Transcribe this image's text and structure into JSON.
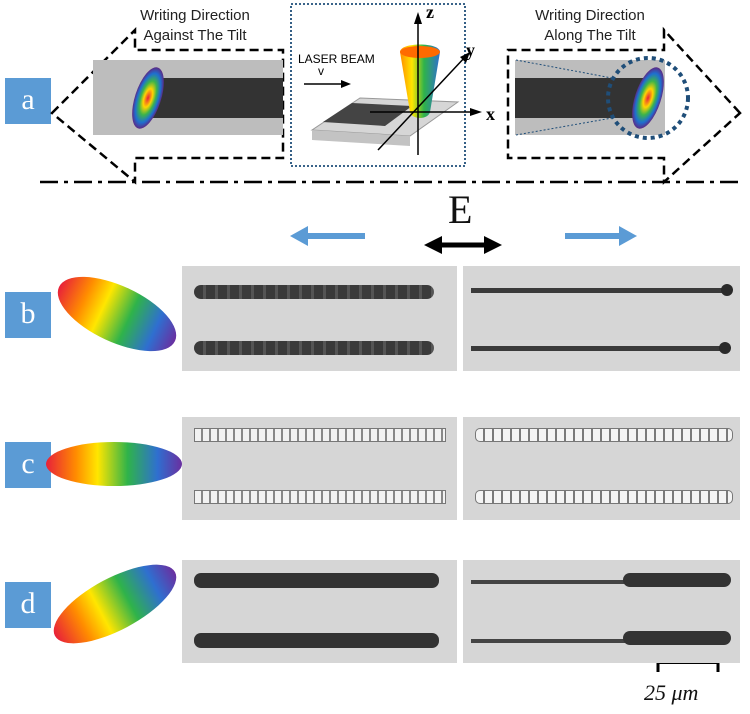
{
  "panels": {
    "a": {
      "label": "a"
    },
    "b": {
      "label": "b"
    },
    "c": {
      "label": "c"
    },
    "d": {
      "label": "d"
    }
  },
  "top": {
    "left_caption_line1": "Writing Direction",
    "left_caption_line2": "Against The Tilt",
    "right_caption_line1": "Writing Direction",
    "right_caption_line2": "Along The Tilt",
    "laser_label": "LASER BEAM",
    "velocity_label": "v",
    "axis_x": "x",
    "axis_y": "y",
    "axis_z": "z"
  },
  "field": {
    "label": "E"
  },
  "scale_bar": {
    "label": "25 μm"
  },
  "colors": {
    "badge": "#5b9bd5",
    "arrow_blue": "#5b9bd5",
    "track_dark": "#333333",
    "panel_gray": "#bdbdbd"
  }
}
